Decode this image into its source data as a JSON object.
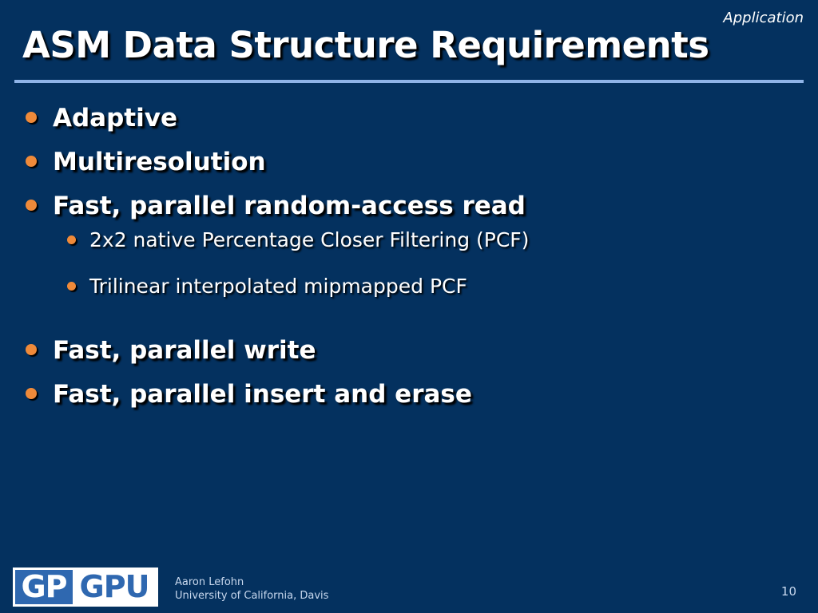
{
  "slide": {
    "section_label": "Application",
    "title": "ASM Data Structure Requirements",
    "bullets": [
      {
        "text": "Adaptive"
      },
      {
        "text": "Multiresolution"
      },
      {
        "text": "Fast, parallel random-access read",
        "sub_bullets": [
          "2x2 native Percentage Closer Filtering (PCF)",
          "Trilinear interpolated mipmapped PCF"
        ]
      },
      {
        "text": "Fast, parallel write"
      },
      {
        "text": "Fast, parallel insert and erase"
      }
    ]
  },
  "footer": {
    "logo_part1": "GP",
    "logo_part2": "GPU",
    "author": "Aaron Lefohn",
    "affiliation": "University of California, Davis",
    "page_number": "10"
  },
  "colors": {
    "background": "#04315f",
    "bullet": "#ef8a3a",
    "rule": "#8fb4e8",
    "logo_blue": "#2f68b0"
  }
}
